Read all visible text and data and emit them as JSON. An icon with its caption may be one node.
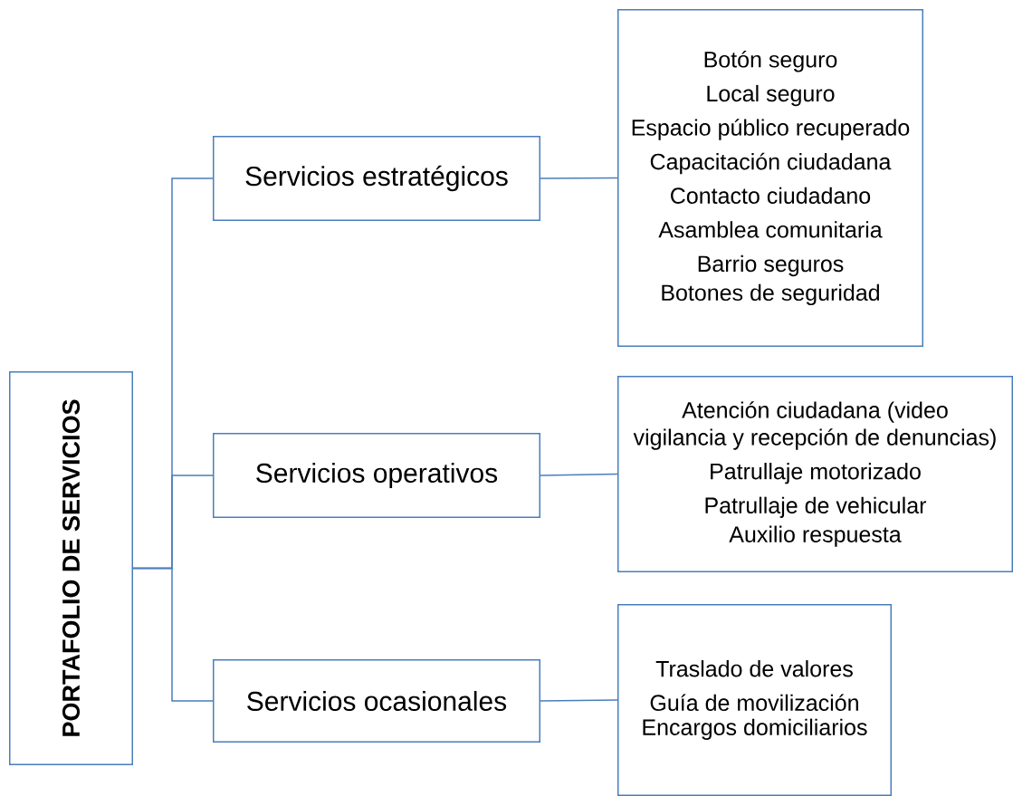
{
  "diagram": {
    "nodes": [
      {
        "text": [
          "PORTAFOLIO DE SERVICIOS"
        ]
      },
      {
        "text": [
          "Servicios estratégicos"
        ]
      },
      {
        "text": [
          "Servicios operativos"
        ]
      },
      {
        "text": [
          "Servicios ocasionales"
        ]
      },
      {
        "text": [
          "Botón seguro",
          "Local seguro",
          "Espacio público recuperado",
          "Capacitación ciudadana",
          "Contacto ciudadano",
          "Asamblea comunitaria",
          "Barrio seguros",
          "Botones de seguridad"
        ]
      },
      {
        "text": [
          "Atención ciudadana (video vigilancia y recepción de denuncias)",
          "Patrullaje motorizado",
          "Patrullaje de vehicular",
          "Auxilio respuesta"
        ]
      },
      {
        "text": [
          "Traslado de valores",
          "Guía de movilización",
          "Encargos domiciliarios"
        ]
      }
    ],
    "edges": [
      {
        "from": 0,
        "to": 1,
        "arrow": "none"
      },
      {
        "from": 0,
        "to": 2,
        "arrow": "none"
      },
      {
        "from": 0,
        "to": 3,
        "arrow": "none"
      },
      {
        "from": 1,
        "to": 4,
        "arrow": "none"
      },
      {
        "from": 2,
        "to": 5,
        "arrow": "none"
      },
      {
        "from": 3,
        "to": 6,
        "arrow": "none"
      }
    ]
  }
}
